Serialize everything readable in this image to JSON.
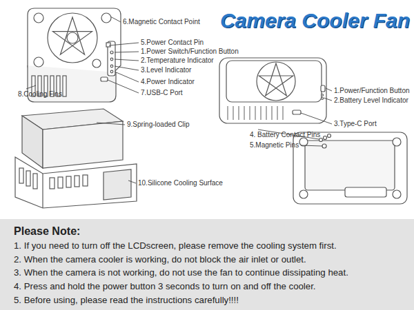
{
  "diagram": {
    "title": "Camera Cooler Fan",
    "nodes": [
      {
        "text": [
          "Please Note:",
          "1. If you need to turn off the LCDscreen, please remove the cooling system first.",
          "2. When the camera cooler is working, do not block the air inlet or outlet.",
          "3. When the camera is not working, do not use the fan to continue dissipating heat.",
          "4. Press and hold the power button 3 seconds to turn on and off the cooler.",
          "5. Before using, please read the instructions carefully!!!!"
        ]
      }
    ],
    "labels": [
      "6.Magnetic Contact Point",
      "5.Power Contact Pin",
      "1.Power Switch/Function Button",
      "2.Temperature Indicator",
      "3.Level Indicator",
      "4.Power Indicator",
      "7.USB-C Port",
      "8.Cooling Fins",
      "1.Power/Function Button",
      "2.Battery Level Indicator",
      "3.Type-C Port",
      "9.Spring-loaded Clip",
      "4. Battery Contact Pins",
      "5.Magnetic Pins",
      "10.Silicone Cooling Surface"
    ]
  }
}
